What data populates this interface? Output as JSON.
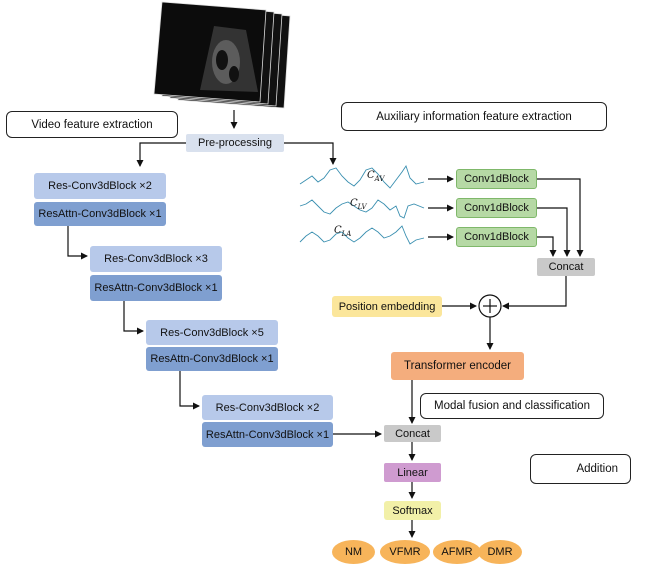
{
  "sections": {
    "video": "Video feature extraction",
    "aux": "Auxiliary information feature extraction",
    "fusion": "Modal fusion and classification"
  },
  "preprocessing": "Pre-processing",
  "video_blocks": [
    {
      "res": "Res-Conv3dBlock ×2",
      "attn": "ResAttn-Conv3dBlock ×1"
    },
    {
      "res": "Res-Conv3dBlock ×3",
      "attn": "ResAttn-Conv3dBlock ×1"
    },
    {
      "res": "Res-Conv3dBlock ×5",
      "attn": "ResAttn-Conv3dBlock ×1"
    },
    {
      "res": "Res-Conv3dBlock ×2",
      "attn": "ResAttn-Conv3dBlock ×1"
    }
  ],
  "signals": [
    {
      "symbol": "C",
      "sub": "AV"
    },
    {
      "symbol": "C",
      "sub": "LV"
    },
    {
      "symbol": "C",
      "sub": "LA"
    }
  ],
  "conv1d": [
    "Conv1dBlock",
    "Conv1dBlock",
    "Conv1dBlock"
  ],
  "concat_aux": "Concat",
  "position_embedding": "Position embedding",
  "transformer": "Transformer encoder",
  "concat_fusion": "Concat",
  "linear": "Linear",
  "softmax": "Softmax",
  "outputs": [
    "NM",
    "VFMR",
    "AFMR",
    "DMR"
  ],
  "legend": {
    "addition": "Addition"
  },
  "colors": {
    "light_blue": "#b7c9ea",
    "dark_blue": "#7f9fd0",
    "green": "#b6d9a5",
    "yellow": "#fbe69b",
    "orange": "#f4ad7d",
    "purple": "#cf9bd0",
    "output": "#f7b45a",
    "signal": "#3a8fb0"
  }
}
